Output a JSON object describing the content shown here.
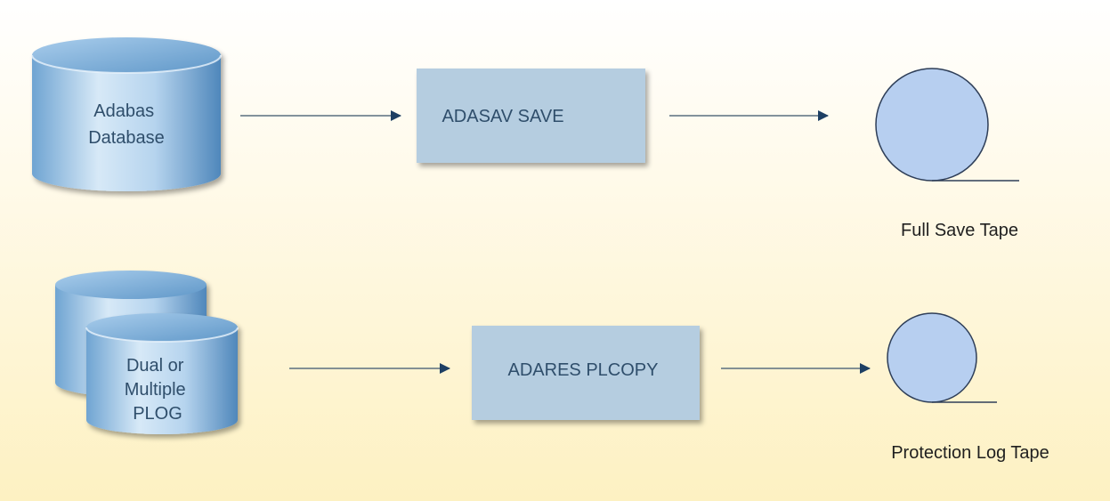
{
  "rows": [
    {
      "source": {
        "lines": [
          "Adabas",
          "Database"
        ],
        "icon": "database-cylinder-icon"
      },
      "process": {
        "label": "ADASAV SAVE"
      },
      "output": {
        "label": "Full Save Tape",
        "icon": "tape-reel-icon"
      }
    },
    {
      "source": {
        "lines": [
          "Dual or",
          "Multiple",
          "PLOG"
        ],
        "icon": "stacked-database-cylinders-icon"
      },
      "process": {
        "label": "ADARES PLCOPY"
      },
      "output": {
        "label": "Protection Log Tape",
        "icon": "tape-reel-icon"
      }
    }
  ],
  "colors": {
    "background_top": "#ffffff",
    "background_bottom": "#fdf3c7",
    "cylinder_light": "#d3e6f6",
    "cylinder_dark": "#5c95c7",
    "process_box": "#b5cde0",
    "tape_fill": "#b7cff0",
    "tape_stroke": "#2e3e58",
    "arrow_head": "#1d3f63",
    "arrow_line": "#5a6f80"
  }
}
